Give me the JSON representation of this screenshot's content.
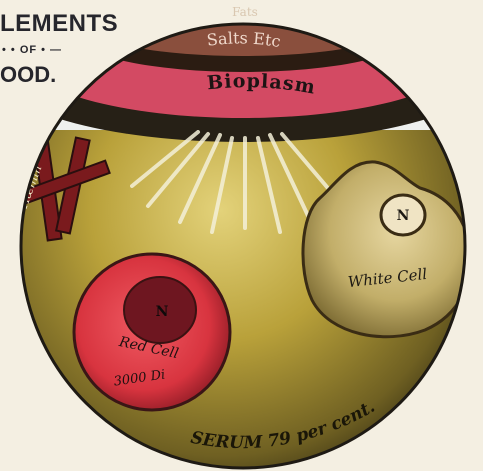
{
  "heading": {
    "line1": "LEMENTS",
    "line2": "• • OF • —",
    "line3": "OOD."
  },
  "layers": {
    "fats": "Fats",
    "salts": "Salts Etc",
    "bioplasm": "Bioplasm"
  },
  "labels": {
    "hamin": "Hæmin",
    "white_cell": "White Cell",
    "white_nucleus": "N",
    "red_cell": "Red Cell",
    "red_nucleus": "N",
    "red_diameter": "3000 Di",
    "serum": "SERUM 79 per cent."
  },
  "colors": {
    "background": "#f4efe2",
    "sphere_gold": "#b9a13a",
    "bioplasm_band": "#d34a63",
    "salts_band": "#8a4f3d",
    "red_cell": "#d8343f",
    "white_cell": "#c2ae69",
    "outline": "#1e1a14"
  }
}
